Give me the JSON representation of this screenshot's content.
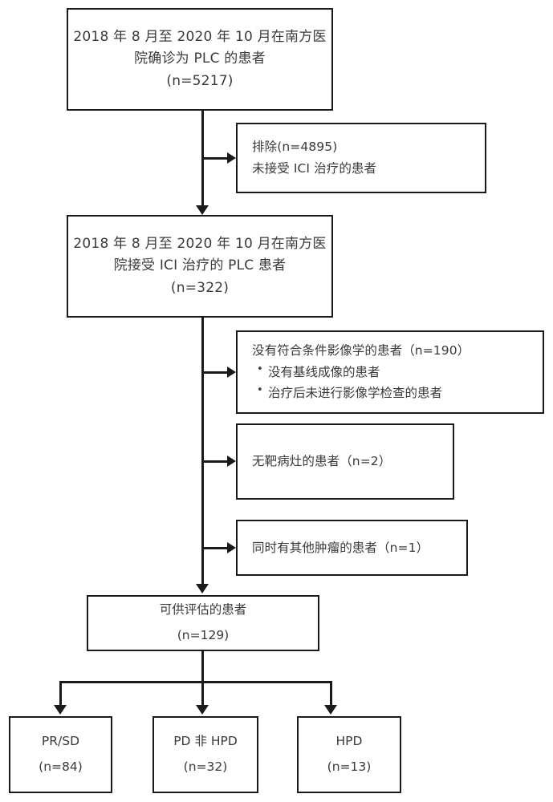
{
  "diagram": {
    "title": "PLC ICI treatment patient selection flowchart",
    "accent_color": "#1a1a1a",
    "background_color": "#ffffff",
    "text_color": "#3a3a3a"
  },
  "nodes": {
    "enrolled": {
      "line1": "2018 年 8 月至 2020 年 10 月在南方医",
      "line2": "院确诊为 PLC 的患者",
      "count": "(n=5217)"
    },
    "excluded_no_ici": {
      "line1": "排除(n=4895)",
      "line2": "未接受 ICI 治疗的患者"
    },
    "ici_treated": {
      "line1": "2018 年 8 月至 2020 年 10 月在南方医",
      "line2": "院接受 ICI 治疗的 PLC 患者",
      "count": "(n=322)"
    },
    "excluded_no_imaging": {
      "heading": "没有符合条件影像学的患者（n=190）",
      "bullets": [
        "没有基线成像的患者",
        "治疗后未进行影像学检查的患者"
      ]
    },
    "excluded_no_target": {
      "line1": "无靶病灶的患者（n=2）"
    },
    "excluded_other_tumor": {
      "line1": "同时有其他肿瘤的患者（n=1）"
    },
    "evaluable": {
      "line1": "可供评估的患者",
      "count": "(n=129)"
    }
  },
  "outcomes": [
    {
      "label": "PR/SD",
      "count": "(n=84)"
    },
    {
      "label": "PD 非 HPD",
      "count": "(n=32)"
    },
    {
      "label": "HPD",
      "count": "(n=13)"
    }
  ]
}
